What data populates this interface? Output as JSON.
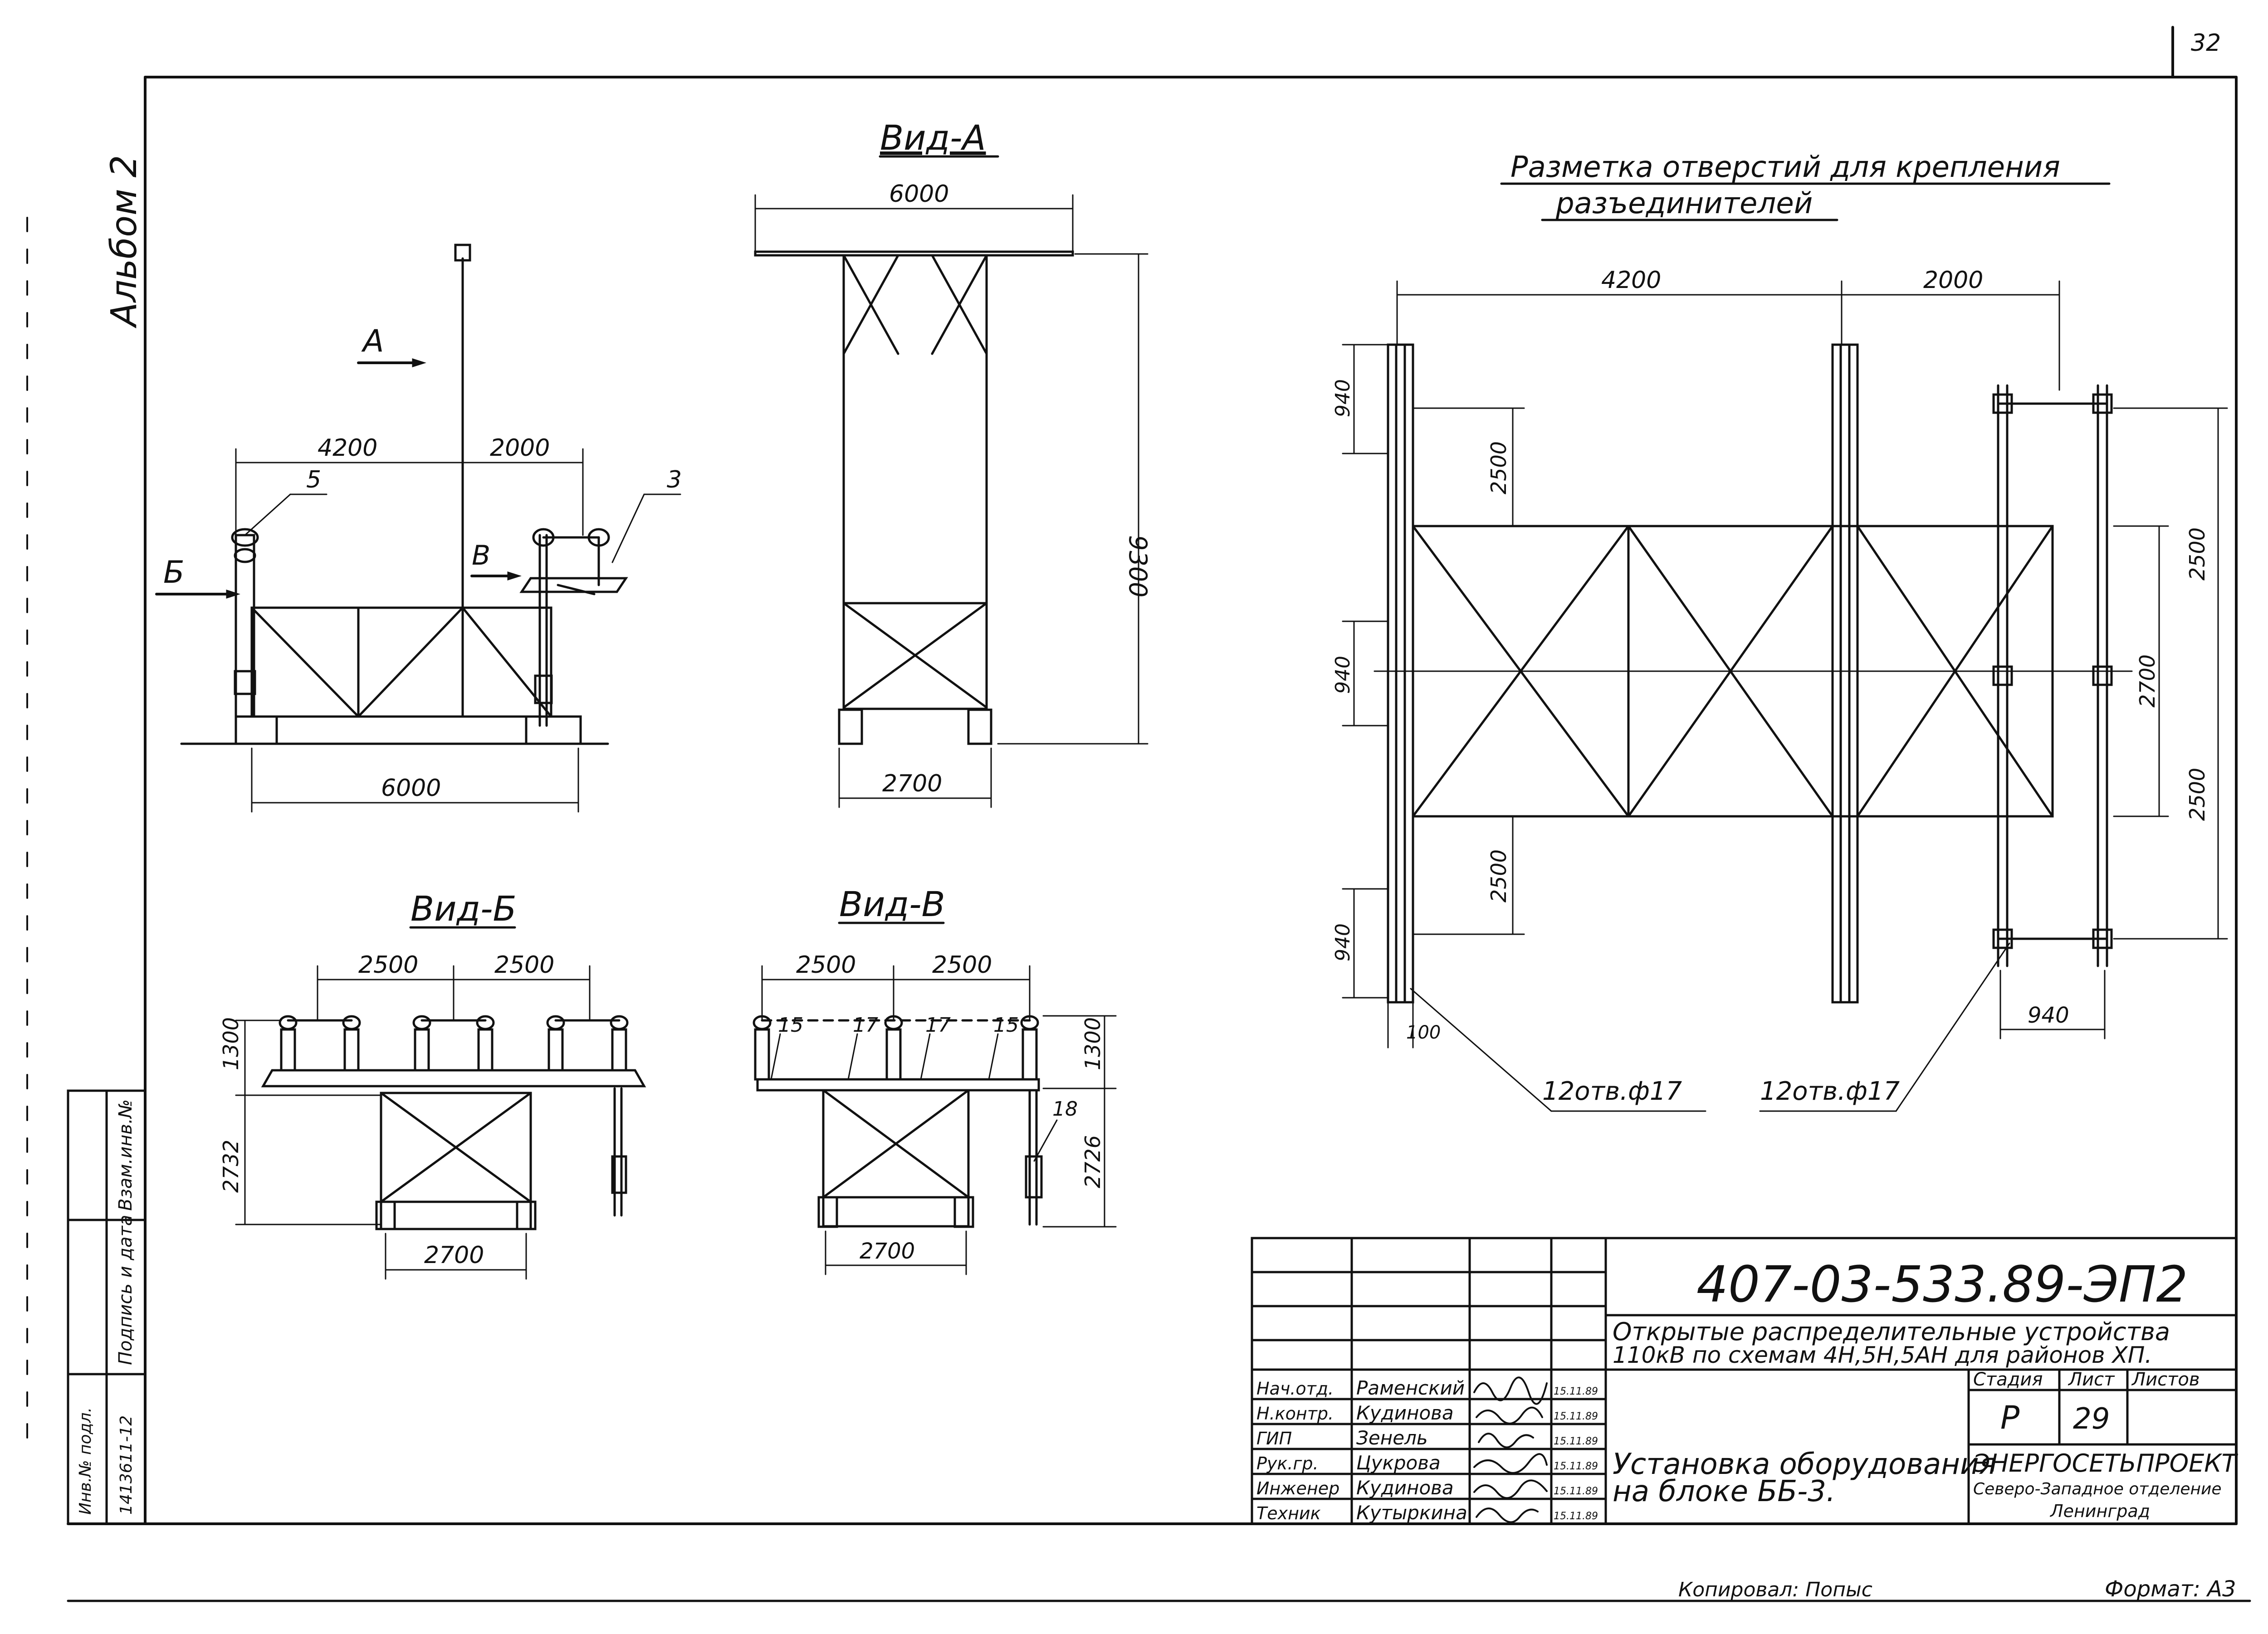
{
  "page_number": "32",
  "album_label": "Альбом 2",
  "copy_note": "Копировал: Попыс",
  "format_note": "Формат: А3",
  "side_stamp": {
    "ref_label": "Взам.инв.№",
    "sign_label": "Подпись и дата",
    "inv_label": "Инв.№ подл.",
    "inv_value": "1413611-12"
  },
  "main_view": {
    "arrow_a": "А",
    "arrow_b": "Б",
    "arrow_v": "В",
    "dim_left": "4200",
    "dim_right": "2000",
    "dim_total": "6000",
    "callout_5": "5",
    "callout_3": "3"
  },
  "view_a": {
    "title": "Вид-А",
    "dim_top": "6000",
    "dim_height": "9300",
    "dim_base": "2700"
  },
  "view_b": {
    "title": "Вид-Б",
    "dim_1": "2500",
    "dim_2": "2500",
    "dim_upper": "1300",
    "dim_lower": "2732",
    "dim_base": "2700"
  },
  "view_v": {
    "title": "Вид-В",
    "dim_1": "2500",
    "dim_2": "2500",
    "dim_upper": "1300",
    "dim_lower": "2726",
    "dim_base": "2700",
    "callout_15a": "15",
    "callout_17a": "17",
    "callout_17b": "17",
    "callout_15b": "15",
    "callout_18": "18"
  },
  "plan": {
    "title_line1": "Разметка отверстий для крепления",
    "title_line2": "разъединителей",
    "dim_4200": "4200",
    "dim_2000": "2000",
    "dim_940_top": "940",
    "dim_2500_top": "2500",
    "dim_940_mid": "940",
    "dim_2500_bottom": "2500",
    "dim_940_bottom": "940",
    "dim_100": "100",
    "dim_r_2500_top": "2500",
    "dim_r_2700": "2700",
    "dim_r_2500_bottom": "2500",
    "dim_940_right": "940",
    "holes_left": "12отв.ф17",
    "holes_right": "12отв.ф17"
  },
  "title_block": {
    "doc_code": "407-03-533.89-ЭП2",
    "project_line1": "Открытые распределительные устройства",
    "project_line2": "110кВ по схемам 4Н,5Н,5АН для районов ХП.",
    "sheet_title_line1": "Установка оборудования",
    "sheet_title_line2": "на блоке ББ-3.",
    "stage_label": "Стадия",
    "sheet_label": "Лист",
    "sheets_label": "Листов",
    "stage_value": "Р",
    "sheet_value": "29",
    "sheets_value": "",
    "org_name": "ЭНЕРГОСЕТЬПРОЕКТ",
    "org_branch": "Северо-Западное отделение",
    "org_city": "Ленинград",
    "staff": [
      {
        "role": "Нач.отд.",
        "name": "Раменский",
        "date": "15.11.89"
      },
      {
        "role": "Н.контр.",
        "name": "Кудинова",
        "date": "15.11.89"
      },
      {
        "role": "ГИП",
        "name": "Зенель",
        "date": "15.11.89"
      },
      {
        "role": "Рук.гр.",
        "name": "Цукрова",
        "date": "15.11.89"
      },
      {
        "role": "Инженер",
        "name": "Кудинова",
        "date": "15.11.89"
      },
      {
        "role": "Техник",
        "name": "Кутыркина",
        "date": "15.11.89"
      }
    ]
  }
}
